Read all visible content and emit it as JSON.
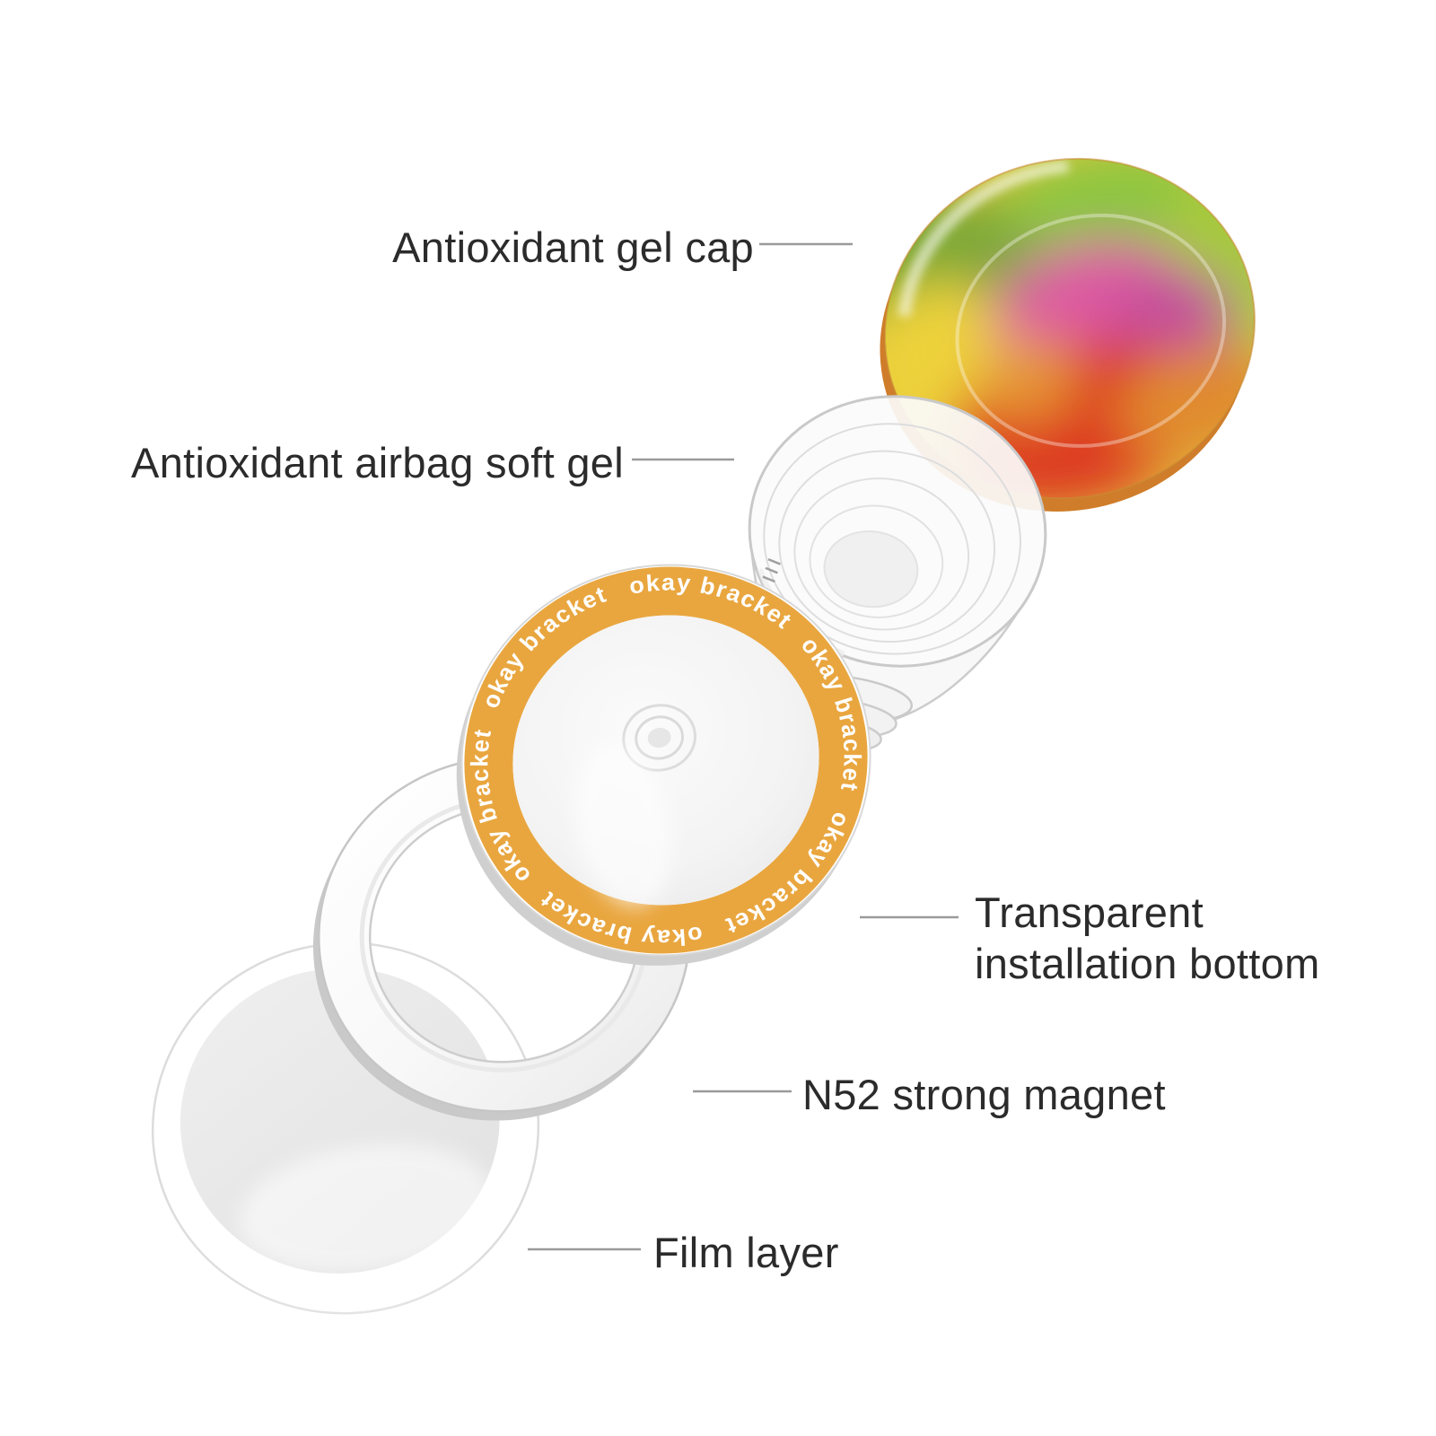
{
  "scene": {
    "background": "#ffffff"
  },
  "labels": {
    "gel_cap": "Antioxidant gel cap",
    "airbag": "Antioxidant airbag soft gel",
    "install_bottom": "Transparent installation bottom",
    "magnet": "N52 strong magnet",
    "film": "Film layer"
  },
  "product": {
    "ring_text": "okay bracket",
    "colors": {
      "amber_ring": "#E9A63F",
      "label_text": "#2b2b2b",
      "leader_line": "#9a9a9a",
      "gel_green": "#8CC63F",
      "gel_yellow": "#EDD23B",
      "gel_pink": "#DD5AA2",
      "gel_red": "#DD3A24",
      "gel_orange": "#E08A2D"
    }
  }
}
